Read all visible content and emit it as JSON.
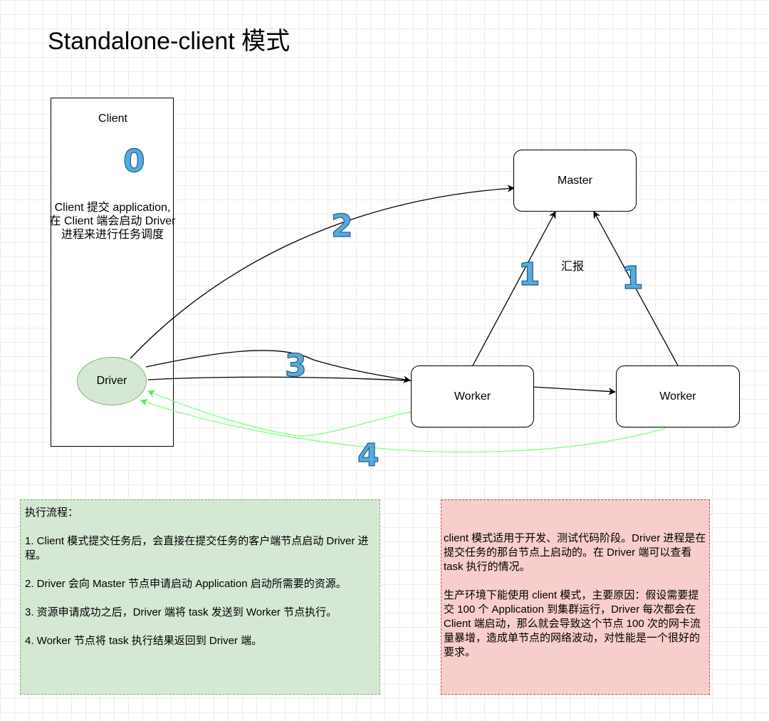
{
  "title": "Standalone-client 模式",
  "client": {
    "label": "Client",
    "step": "0",
    "desc_lines": [
      "Client 提交 application,",
      "在 Client 端会启动 Driver",
      "进程来进行任务调度"
    ]
  },
  "nodes": {
    "master": "Master",
    "worker1": "Worker",
    "worker2": "Worker",
    "driver": "Driver"
  },
  "edge_labels": {
    "report": "汇报",
    "step1_left": "1",
    "step1_right": "1",
    "step2": "2",
    "step3": "3",
    "step4": "4"
  },
  "colors": {
    "driver_fill": "#d5e8d4",
    "driver_stroke": "#82b366",
    "return_edge": "#80ff80",
    "step_number": "#5aa9dc",
    "left_note_fill": "#d5e8d4",
    "right_note_fill": "#f8cecc"
  },
  "note_left": {
    "heading": "执行流程：",
    "items": [
      "1. Client 模式提交任务后，会直接在提交任务的客户端节点启动 Driver 进程。",
      "2. Driver 会向 Master 节点申请启动 Application 启动所需要的资源。",
      "3. 资源申请成功之后，Driver 端将 task 发送到 Worker 节点执行。",
      "4.  Worker 节点将 task 执行结果返回到 Driver 端。"
    ]
  },
  "note_right": {
    "paragraphs": [
      "client 模式适用于开发、测试代码阶段。Driver 进程是在提交任务的那台节点上启动的。在 Driver 端可以查看 task 执行的情况。",
      "生产环境下能使用 client 模式，主要原因：假设需要提交 100 个 Application 到集群运行，Driver 每次都会在 Client 端启动，那么就会导致这个节点 100 次的网卡流量暴增，造成单节点的网络波动，对性能是一个很好的要求。"
    ]
  }
}
